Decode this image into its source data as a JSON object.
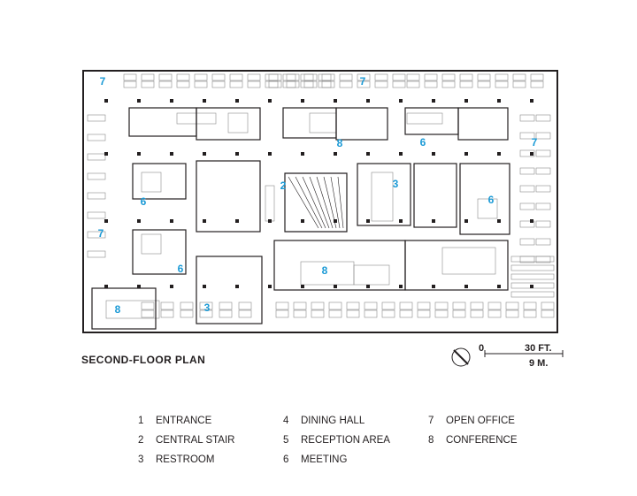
{
  "plan_title": "SECOND-FLOOR PLAN",
  "scale": {
    "zero": "0",
    "feet": "30 FT.",
    "meters": "9 M."
  },
  "accent_color": "#1b9ad6",
  "legend": [
    {
      "num": "1",
      "label": "ENTRANCE"
    },
    {
      "num": "2",
      "label": "CENTRAL STAIR"
    },
    {
      "num": "3",
      "label": "RESTROOM"
    },
    {
      "num": "4",
      "label": "DINING HALL"
    },
    {
      "num": "5",
      "label": "RECEPTION AREA"
    },
    {
      "num": "6",
      "label": "MEETING"
    },
    {
      "num": "7",
      "label": "OPEN OFFICE"
    },
    {
      "num": "8",
      "label": "CONFERENCE"
    }
  ],
  "plan_markers": [
    "7",
    "6",
    "7",
    "2",
    "3",
    "6",
    "6",
    "7",
    "8",
    "8",
    "8",
    "3",
    "7",
    "6"
  ]
}
